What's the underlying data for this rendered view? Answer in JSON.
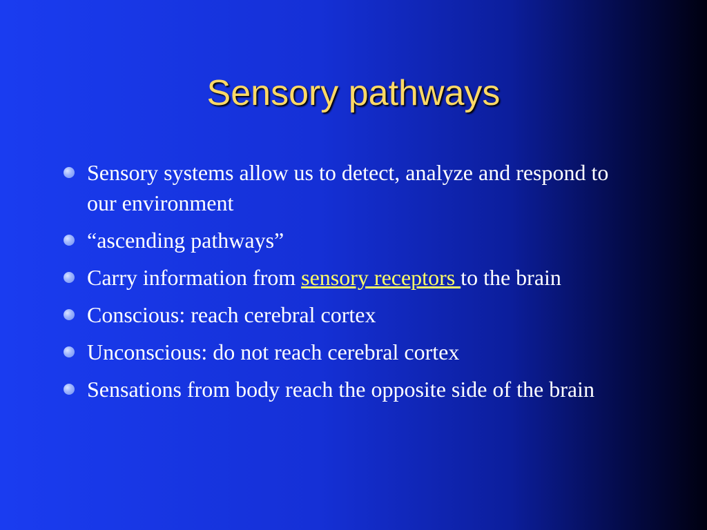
{
  "slide": {
    "title": "Sensory pathways",
    "bullets": [
      {
        "text": "Sensory systems allow us to detect, analyze and respond to our environment"
      },
      {
        "text": "“ascending pathways”"
      },
      {
        "before": "Carry information from ",
        "link": "sensory receptors ",
        "after": "to the brain"
      },
      {
        "text": "Conscious: reach cerebral cortex"
      },
      {
        "text": "Unconscious: do not reach cerebral cortex"
      },
      {
        "text": "Sensations from body reach the opposite side of the brain"
      }
    ]
  },
  "colors": {
    "title": "#ffd966",
    "text": "#ffffff",
    "link": "#ffff66",
    "bullet": "#9fb6ff"
  },
  "icons": {
    "bullet": "bullet-dot-icon"
  }
}
